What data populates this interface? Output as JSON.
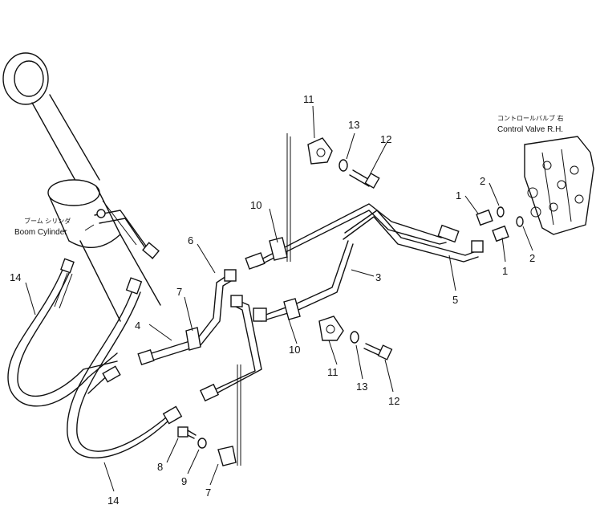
{
  "components": {
    "boom_cylinder": {
      "jp": "ブーム シリンダ",
      "en": "Boom  Cylinder"
    },
    "control_valve": {
      "jp": "コントロールバルブ  右",
      "en": "Control Valve R.H."
    }
  },
  "callouts": {
    "c1a": "1",
    "c1b": "1",
    "c2a": "2",
    "c2b": "2",
    "c3": "3",
    "c4": "4",
    "c5": "5",
    "c6": "6",
    "c7a": "7",
    "c7b": "7",
    "c8": "8",
    "c9": "9",
    "c10a": "10",
    "c10b": "10",
    "c11a": "11",
    "c11b": "11",
    "c12a": "12",
    "c12b": "12",
    "c13a": "13",
    "c13b": "13",
    "c14a": "14",
    "c14b": "14"
  }
}
